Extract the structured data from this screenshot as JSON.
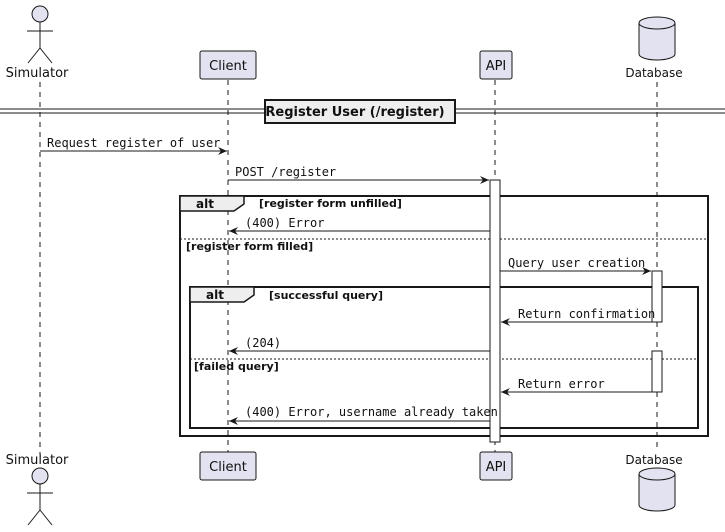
{
  "participants": {
    "simulator": "Simulator",
    "client": "Client",
    "api": "API",
    "database": "Database"
  },
  "divider": {
    "title": "Register User (/register)"
  },
  "messages": {
    "m1": "Request register of user",
    "m2": "POST /register",
    "m3": "(400) Error",
    "m4": "Query user creation",
    "m5": "Return confirmation",
    "m6": "(204)",
    "m7": "Return error",
    "m8": "(400) Error, username already taken"
  },
  "fragments": {
    "outer": {
      "keyword": "alt",
      "guard1": "[register form unfilled]",
      "guard2": "[register form filled]"
    },
    "inner": {
      "keyword": "alt",
      "guard1": "[successful query]",
      "guard2": "[failed query]"
    }
  },
  "colors": {
    "participant_fill": "#e2e2f0",
    "participant_border": "#181818",
    "line": "#181818",
    "lifeline": "#181818"
  }
}
